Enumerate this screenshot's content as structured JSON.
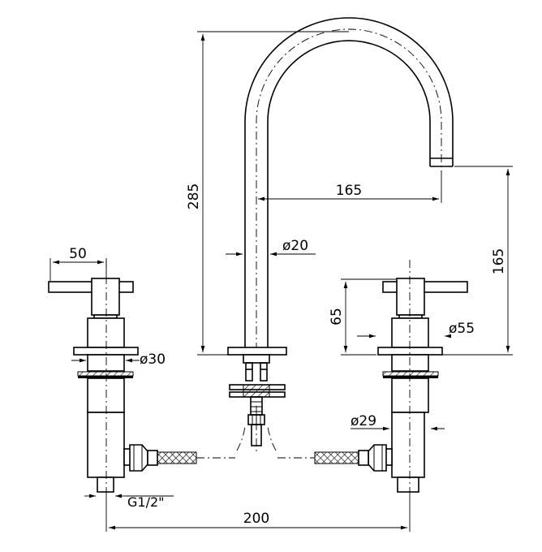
{
  "title": "",
  "dimensions": {
    "spout_height": "285",
    "spout_reach": "165",
    "spout_clearance": "165",
    "spout_diameter": "ø20",
    "handle_width": "50",
    "handle_height": "65",
    "base_diameter": "ø55",
    "body_diameter": "ø30",
    "shank_diameter": "ø29",
    "connection_thread": "G1/2\"",
    "handle_spacing": "200"
  },
  "colors": {
    "line": "#000000",
    "background": "#ffffff"
  }
}
